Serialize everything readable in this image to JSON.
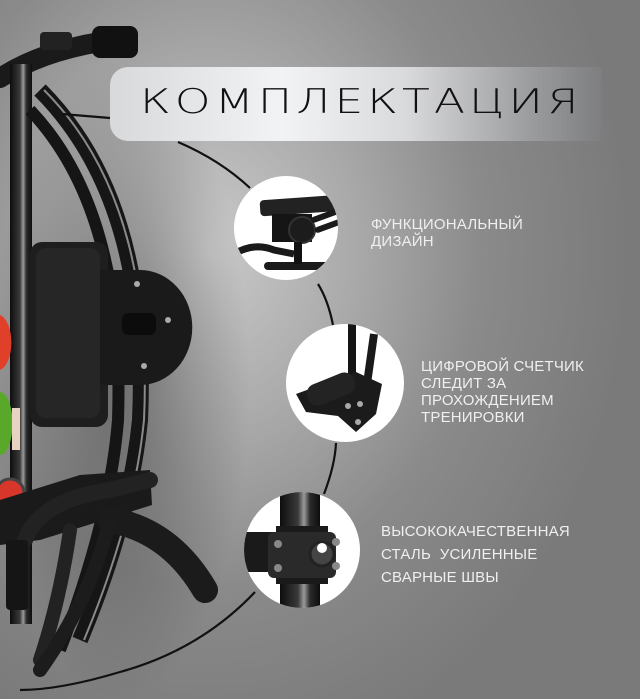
{
  "title": "КОМПЛЕКТАЦИЯ",
  "features": [
    {
      "icon": "seat-mechanism",
      "lines": [
        "ФУНКЦИОНАЛЬНЫЙ",
        "ДИЗАЙН"
      ]
    },
    {
      "icon": "digital-counter",
      "lines": [
        "ЦИФРОВОЙ СЧЕТЧИК",
        "СЛЕДИТ ЗА",
        "ПРОХОЖДЕНИЕМ",
        "ТРЕНИРОВКИ"
      ]
    },
    {
      "icon": "steel-joint",
      "lines": [
        "ВЫСОКОКАЧЕСТВЕННАЯ",
        "СТАЛЬ  УСИЛЕННЫЕ",
        "СВАРНЫЕ ШВЫ"
      ]
    }
  ],
  "colors": {
    "background": "#8a8a8a",
    "title_band": "#e6e7e8",
    "caption_text": "#efefef",
    "equipment": "#1c1c1c",
    "accent_red": "#e0402a",
    "accent_green": "#5aa829"
  }
}
